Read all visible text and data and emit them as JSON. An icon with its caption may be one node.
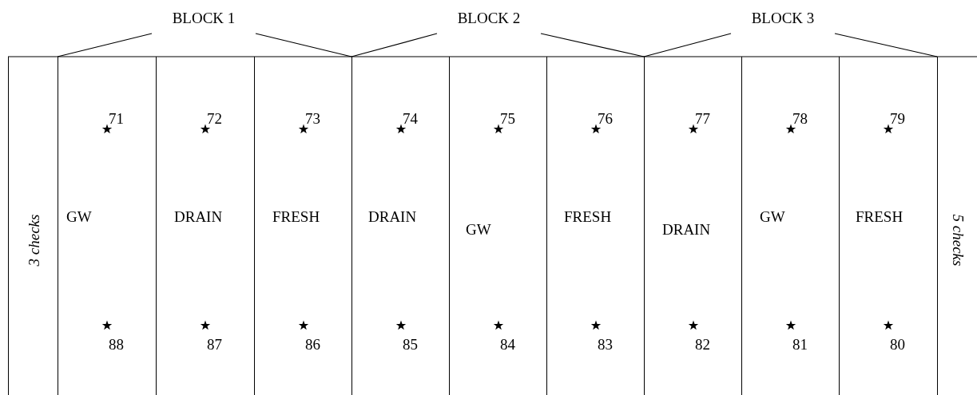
{
  "diagram": {
    "nodes": [
      {
        "text": [
          "3 checks"
        ]
      },
      {
        "text": [
          "71",
          "GW",
          "88"
        ]
      },
      {
        "text": [
          "72",
          "DRAIN",
          "87"
        ]
      },
      {
        "text": [
          "73",
          "FRESH",
          "86"
        ]
      },
      {
        "text": [
          "74",
          "DRAIN",
          "85"
        ]
      },
      {
        "text": [
          "75",
          "GW",
          "84"
        ]
      },
      {
        "text": [
          "76",
          "FRESH",
          "83"
        ]
      },
      {
        "text": [
          "77",
          "DRAIN",
          "82"
        ]
      },
      {
        "text": [
          "78",
          "GW",
          "81"
        ]
      },
      {
        "text": [
          "79",
          "FRESH",
          "80"
        ]
      },
      {
        "text": [
          "5 checks"
        ]
      }
    ],
    "labels": [
      "BLOCK 1",
      "BLOCK 2",
      "BLOCK 3"
    ]
  }
}
